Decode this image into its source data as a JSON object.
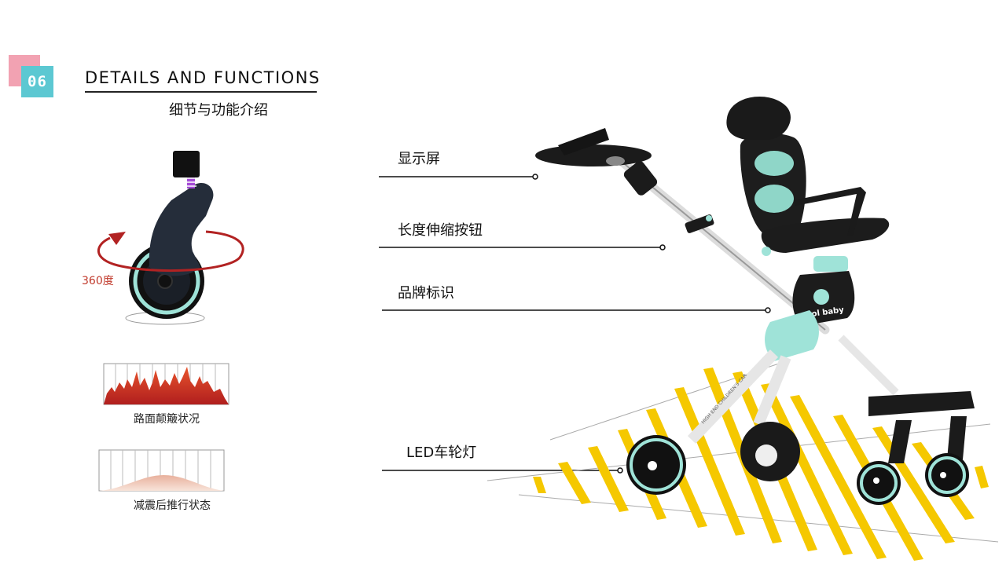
{
  "header": {
    "section_number": "06",
    "title_en": "DETAILS AND FUNCTIONS",
    "title_cn": "细节与功能介绍"
  },
  "left_panel": {
    "rotation_label": "360度",
    "graph1_label": "路面颠簸状况",
    "graph2_label": "减震后推行状态"
  },
  "callouts": [
    {
      "label": "显示屏"
    },
    {
      "label": "长度伸缩按钮"
    },
    {
      "label": "品牌标识"
    },
    {
      "label": "LED车轮灯"
    }
  ],
  "product": {
    "brand_text": "cool baby",
    "frame_text": "HIGH END CHILDREN'S CAR"
  },
  "colors": {
    "accent_teal": "#5cc8d2",
    "accent_pink": "#f2a2b2",
    "mint": "#9fe3d8",
    "stripe_yellow": "#f5c800",
    "rotation_red": "#c0392b",
    "body_dark": "#1e2530"
  }
}
